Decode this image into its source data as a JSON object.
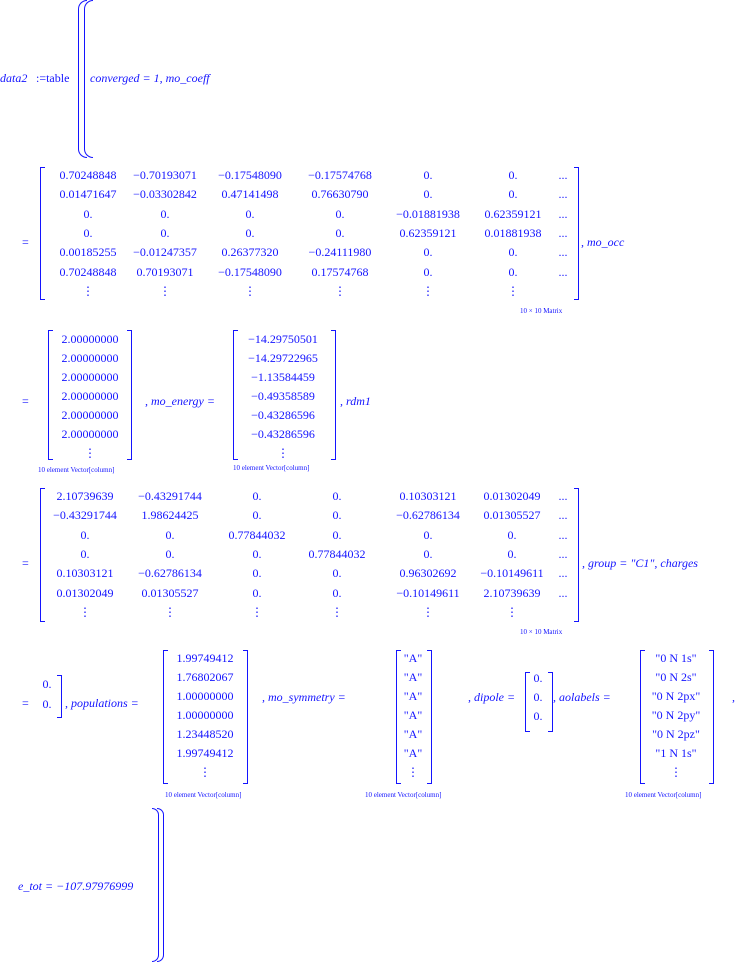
{
  "header": {
    "var_name": "data2",
    "assign": ":=table",
    "first_entries": "converged = 1, mo_coeff"
  },
  "mo_coeff": {
    "rows": [
      [
        "0.70248848",
        "−0.70193071",
        "−0.17548090",
        "−0.17574768",
        "0.",
        "0.",
        "..."
      ],
      [
        "0.01471647",
        "−0.03302842",
        "0.47141498",
        "0.76630790",
        "0.",
        "0.",
        "..."
      ],
      [
        "0.",
        "0.",
        "0.",
        "0.",
        "−0.01881938",
        "0.62359121",
        "..."
      ],
      [
        "0.",
        "0.",
        "0.",
        "0.",
        "0.62359121",
        "0.01881938",
        "..."
      ],
      [
        "0.00185255",
        "−0.01247357",
        "0.26377320",
        "−0.24111980",
        "0.",
        "0.",
        "..."
      ],
      [
        "0.70248848",
        "0.70193071",
        "−0.17548090",
        "0.17574768",
        "0.",
        "0.",
        "..."
      ],
      [
        "⋮",
        "⋮",
        "⋮",
        "⋮",
        "⋮",
        "⋮",
        ""
      ]
    ],
    "caption": "10 × 10 Matrix",
    "next": ", mo_occ"
  },
  "mo_occ": {
    "values": [
      "2.00000000",
      "2.00000000",
      "2.00000000",
      "2.00000000",
      "2.00000000",
      "2.00000000",
      "⋮"
    ],
    "caption": "10 element Vector[column]",
    "next": ", mo_energy ="
  },
  "mo_energy": {
    "values": [
      "−14.29750501",
      "−14.29722965",
      "−1.13584459",
      "−0.49358589",
      "−0.43286596",
      "−0.43286596",
      "⋮"
    ],
    "caption": "10 element Vector[column]",
    "next": ", rdm1"
  },
  "rdm1": {
    "rows": [
      [
        "2.10739639",
        "−0.43291744",
        "0.",
        "0.",
        "0.10303121",
        "0.01302049",
        "..."
      ],
      [
        "−0.43291744",
        "1.98624425",
        "0.",
        "0.",
        "−0.62786134",
        "0.01305527",
        "..."
      ],
      [
        "0.",
        "0.",
        "0.77844032",
        "0.",
        "0.",
        "0.",
        "..."
      ],
      [
        "0.",
        "0.",
        "0.",
        "0.77844032",
        "0.",
        "0.",
        "..."
      ],
      [
        "0.10303121",
        "−0.62786134",
        "0.",
        "0.",
        "0.96302692",
        "−0.10149611",
        "..."
      ],
      [
        "0.01302049",
        "0.01305527",
        "0.",
        "0.",
        "−0.10149611",
        "2.10739639",
        "..."
      ],
      [
        "⋮",
        "⋮",
        "⋮",
        "⋮",
        "⋮",
        "⋮",
        ""
      ]
    ],
    "caption": "10 × 10 Matrix",
    "next": ", group = \"C1\", charges"
  },
  "charges": {
    "values": [
      "0.",
      "0."
    ],
    "next": ", populations ="
  },
  "populations": {
    "values": [
      "1.99749412",
      "1.76802067",
      "1.00000000",
      "1.00000000",
      "1.23448520",
      "1.99749412",
      "⋮"
    ],
    "caption": "10 element Vector[column]",
    "next": ", mo_symmetry ="
  },
  "mo_symmetry": {
    "values": [
      "\"A\"",
      "\"A\"",
      "\"A\"",
      "\"A\"",
      "\"A\"",
      "\"A\"",
      "⋮"
    ],
    "caption": "10 element Vector[column]",
    "next": ", dipole ="
  },
  "dipole": {
    "values": [
      "0.",
      "0.",
      "0."
    ],
    "next": ", aolabels ="
  },
  "aolabels": {
    "values": [
      "\"0 N 1s\"",
      "\"0 N 2s\"",
      "\"0 N 2px\"",
      "\"0 N 2py\"",
      "\"0 N 2pz\"",
      "\"1 N 1s\"",
      "⋮"
    ],
    "caption": "10 element Vector[column]",
    "next": ","
  },
  "e_tot": {
    "label": "e_tot = −107.97976999"
  },
  "equals": "="
}
